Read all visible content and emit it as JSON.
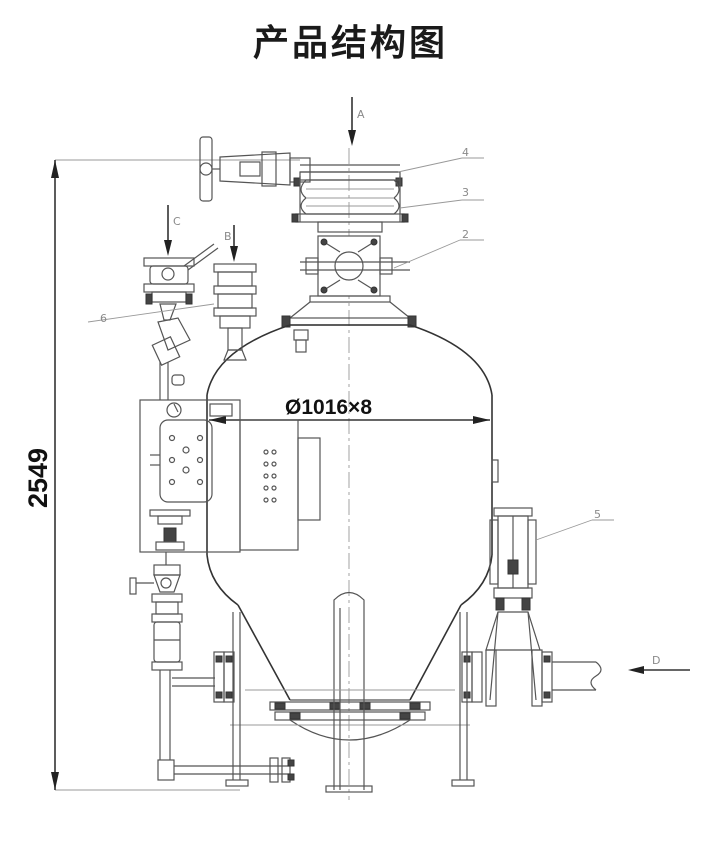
{
  "title": "产品结构图",
  "arrows": {
    "A": "A",
    "B": "B",
    "C": "C",
    "D": "D"
  },
  "callouts": {
    "c1": "2",
    "c2": "3",
    "c3": "4",
    "c4": "5",
    "c5": "6"
  },
  "dimensions": {
    "height": "2549",
    "diameter": "Ø1016×8"
  }
}
